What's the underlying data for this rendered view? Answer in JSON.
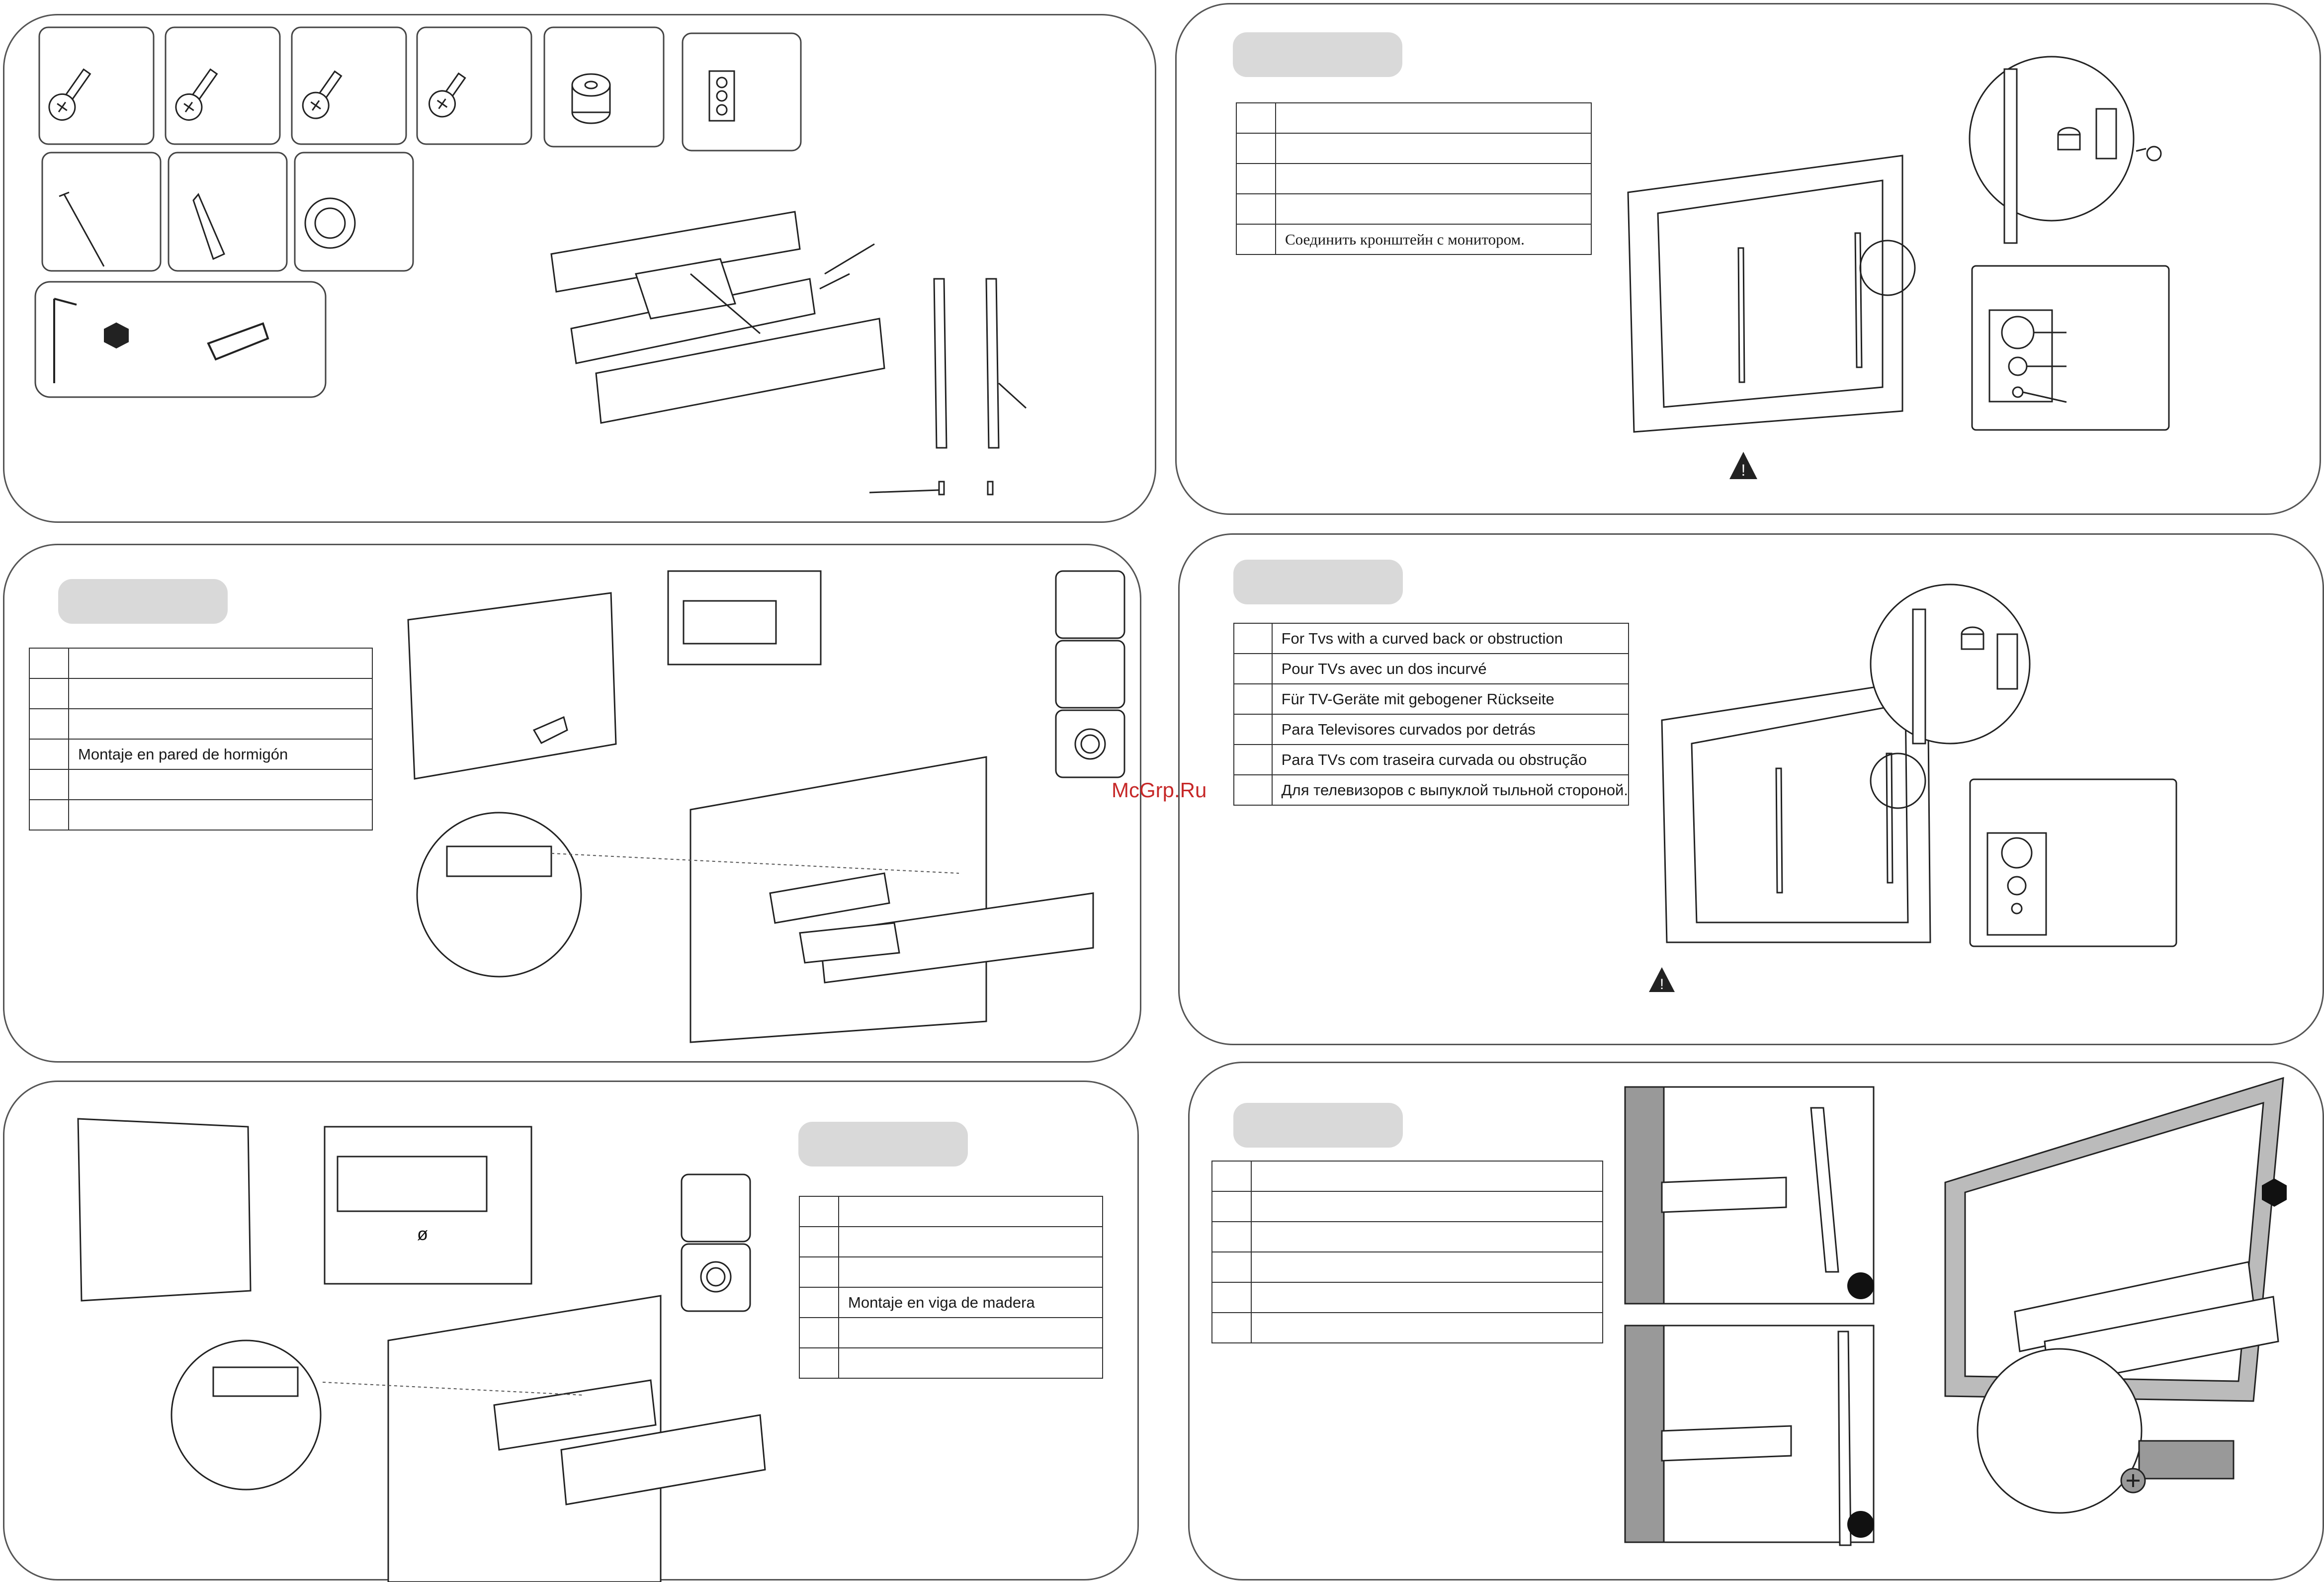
{
  "watermark": "McGrp.Ru",
  "panel_b": {
    "last_row": "Соединить кронштейн с монитором."
  },
  "panel_c": {
    "row_4": "Montaje en pared de hormigón"
  },
  "panel_d": {
    "rows": [
      "For Tvs with a curved back or obstruction",
      "Pour TVs avec un dos incurvé",
      "Für TV-Geräte mit gebogener Rückseite",
      "Para Televisores curvados por detrás",
      "Para TVs com traseira curvada ou obstrução",
      "Для телевизоров с выпуклой тыльной стороной."
    ]
  },
  "panel_e": {
    "diameter_symbol": "ø",
    "row_4": "Montaje en viga de madera"
  }
}
